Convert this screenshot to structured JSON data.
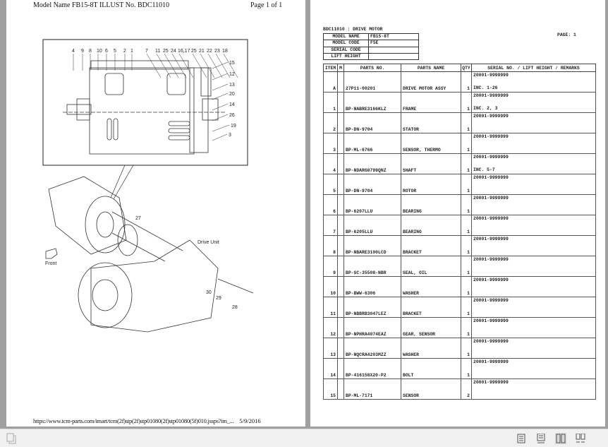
{
  "left_page": {
    "header_left": "Model Name FB15-8T   ILLUST No.  BDC11010",
    "header_right": "Page 1 of 1",
    "footer_url": "https://www.tcm-parts.com/imart/tcm(2f)stp(2f)stp01080(2f)stp01080(5f)010.jssps?im_...",
    "footer_date": "5/9/2016",
    "diagram": {
      "callouts_top": [
        "4",
        "9",
        "8",
        "10",
        "6",
        "5",
        "2",
        "1",
        "7",
        "11",
        "25",
        "24",
        "16,17",
        "25",
        "21",
        "22",
        "23",
        "18"
      ],
      "callouts_right": [
        "15",
        "12",
        "13",
        "20",
        "14",
        "26",
        "19",
        "3"
      ],
      "callouts_bottom": [
        "27",
        "30",
        "29",
        "28"
      ],
      "drive_unit_label": "Drive Unit",
      "front_label": "Front"
    }
  },
  "right_page": {
    "title": "BDC11010  : DRIVE MOTOR",
    "page_label": "PAGE:    1",
    "info": [
      {
        "key": "MODEL NAME",
        "value": "FB15-8T"
      },
      {
        "key": "MODEL CODE",
        "value": "F5E"
      },
      {
        "key": "SERIAL CODE",
        "value": ""
      },
      {
        "key": "LIFT HEIGHT",
        "value": ""
      }
    ],
    "columns": [
      "ITEM",
      "M",
      "PARTS NO.",
      "PARTS NAME",
      "QTY",
      "SERIAL NO.  / LIFT HEIGHT / REMARKS"
    ],
    "rows": [
      {
        "item": "A",
        "m": "",
        "part_no": "27P11-00201",
        "name": "DRIVE MOTOR ASSY",
        "qty": "1",
        "serial": "20001-9999999",
        "remark": "INC. 1-26"
      },
      {
        "item": "1",
        "m": "",
        "part_no": "BP-NABRE3166KLZ",
        "name": "FRAME",
        "qty": "1",
        "serial": "20001-9999999",
        "remark": "INC. 2, 3"
      },
      {
        "item": "2",
        "m": "",
        "part_no": "BP-DN-9704",
        "name": "STATOR",
        "qty": "1",
        "serial": "20001-9999999",
        "remark": ""
      },
      {
        "item": "3",
        "m": "",
        "part_no": "BP-ML-6766",
        "name": "SENSOR, THERMO",
        "qty": "1",
        "serial": "20001-9999999",
        "remark": ""
      },
      {
        "item": "4",
        "m": "",
        "part_no": "BP-NDARG8799QNZ",
        "name": "SHAFT",
        "qty": "1",
        "serial": "20001-9999999",
        "remark": "INC. 5-7"
      },
      {
        "item": "5",
        "m": "",
        "part_no": "BP-DN-9704",
        "name": "ROTOR",
        "qty": "1",
        "serial": "20001-9999999",
        "remark": ""
      },
      {
        "item": "6",
        "m": "",
        "part_no": "BP-6207LLU",
        "name": "BEARING",
        "qty": "1",
        "serial": "20001-9999999",
        "remark": ""
      },
      {
        "item": "7",
        "m": "",
        "part_no": "BP-6205LLU",
        "name": "BEARING",
        "qty": "1",
        "serial": "20001-9999999",
        "remark": ""
      },
      {
        "item": "8",
        "m": "",
        "part_no": "BP-NBARE3100LCD",
        "name": "BRACKET",
        "qty": "1",
        "serial": "20001-9999999",
        "remark": ""
      },
      {
        "item": "9",
        "m": "",
        "part_no": "BP-SC-35508-NBR",
        "name": "SEAL, OIL",
        "qty": "1",
        "serial": "20001-9999999",
        "remark": ""
      },
      {
        "item": "10",
        "m": "",
        "part_no": "BP-BWW-6306",
        "name": "WASHER",
        "qty": "1",
        "serial": "20001-9999999",
        "remark": ""
      },
      {
        "item": "11",
        "m": "",
        "part_no": "BP-NBBRB3047LEZ",
        "name": "BRACKET",
        "qty": "1",
        "serial": "20001-9999999",
        "remark": ""
      },
      {
        "item": "12",
        "m": "",
        "part_no": "BP-NPHRA4074EAZ",
        "name": "GEAR, SENSOR",
        "qty": "1",
        "serial": "20001-9999999",
        "remark": ""
      },
      {
        "item": "13",
        "m": "",
        "part_no": "BP-NQCRA4203MZZ",
        "name": "WASHER",
        "qty": "1",
        "serial": "20001-9999999",
        "remark": ""
      },
      {
        "item": "14",
        "m": "",
        "part_no": "BP-416158X20-P2",
        "name": "BOLT",
        "qty": "1",
        "serial": "20001-9999999",
        "remark": ""
      },
      {
        "item": "15",
        "m": "",
        "part_no": "BP-ML-7171",
        "name": "SENSOR",
        "qty": "2",
        "serial": "20001-9999999",
        "remark": ""
      }
    ]
  },
  "toolbar": {
    "icons": [
      "page-convert-icon",
      "single-page-icon",
      "single-page-continuous-icon",
      "two-page-icon",
      "two-page-continuous-icon"
    ],
    "active": "two-page-icon"
  }
}
